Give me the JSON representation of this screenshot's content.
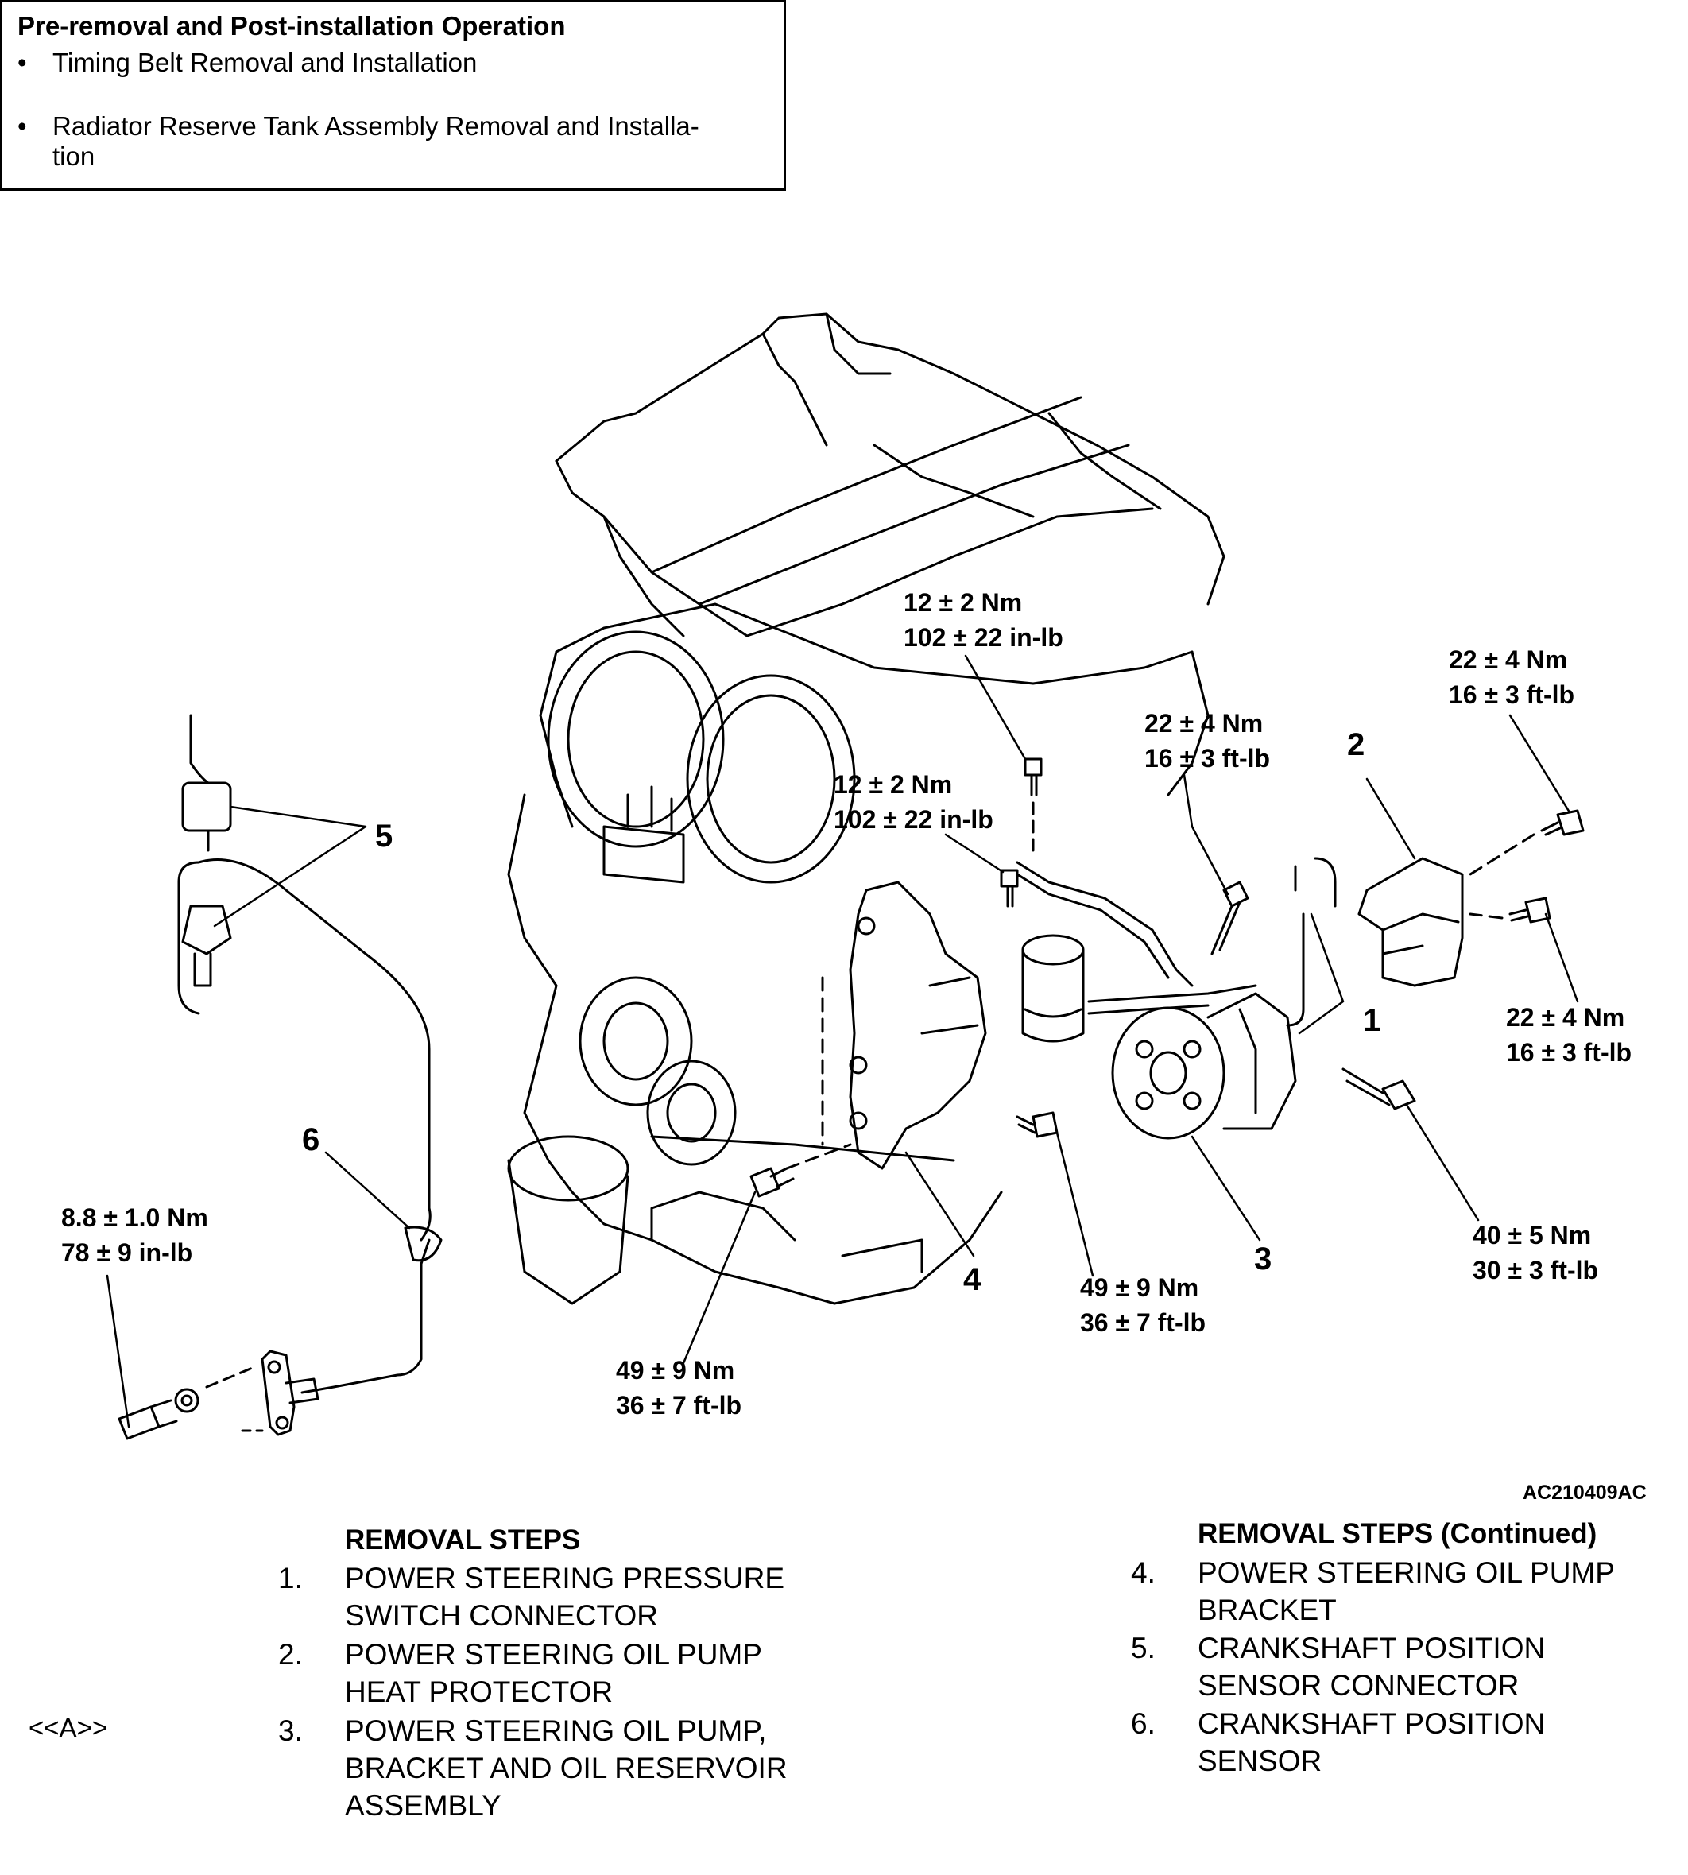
{
  "pre_box": {
    "title": "Pre-removal and Post-installation Operation",
    "bullet": "•",
    "items": [
      {
        "line1": "Timing Belt Removal and Installation"
      },
      {
        "line1": "Radiator Reserve Tank Assembly Removal and Installa-",
        "line2": "tion"
      }
    ]
  },
  "torques": [
    {
      "l1": "12 ± 2 Nm",
      "l2": "102 ± 22 in-lb"
    },
    {
      "l1": "12 ± 2 Nm",
      "l2": "102 ± 22 in-lb"
    },
    {
      "l1": "22 ± 4 Nm",
      "l2": "16 ± 3 ft-lb"
    },
    {
      "l1": "22 ± 4 Nm",
      "l2": "16 ± 3 ft-lb"
    },
    {
      "l1": "22 ± 4 Nm",
      "l2": "16 ± 3 ft-lb"
    },
    {
      "l1": "8.8 ± 1.0 Nm",
      "l2": "78 ± 9 in-lb"
    },
    {
      "l1": "40 ± 5 Nm",
      "l2": "30 ± 3 ft-lb"
    },
    {
      "l1": "49 ± 9 Nm",
      "l2": "36 ± 7 ft-lb"
    },
    {
      "l1": "49 ± 9 Nm",
      "l2": "36 ± 7 ft-lb"
    }
  ],
  "callouts": [
    "1",
    "2",
    "3",
    "4",
    "5",
    "6"
  ],
  "figure_code": "AC210409AC",
  "removal_steps": {
    "heading": "REMOVAL STEPS",
    "heading_continued": "REMOVAL STEPS (Continued)",
    "note_marker": "<<A>>",
    "steps": [
      {
        "num": "1.",
        "l1": "POWER STEERING PRESSURE",
        "l2": "SWITCH CONNECTOR"
      },
      {
        "num": "2.",
        "l1": "POWER STEERING OIL PUMP",
        "l2": "HEAT PROTECTOR"
      },
      {
        "num": "3.",
        "l1": "POWER STEERING OIL PUMP,",
        "l2": "BRACKET AND OIL RESERVOIR",
        "l3": "ASSEMBLY"
      },
      {
        "num": "4.",
        "l1": "POWER STEERING OIL PUMP",
        "l2": "BRACKET"
      },
      {
        "num": "5.",
        "l1": "CRANKSHAFT POSITION",
        "l2": "SENSOR CONNECTOR"
      },
      {
        "num": "6.",
        "l1": "CRANKSHAFT POSITION",
        "l2": "SENSOR"
      }
    ]
  }
}
